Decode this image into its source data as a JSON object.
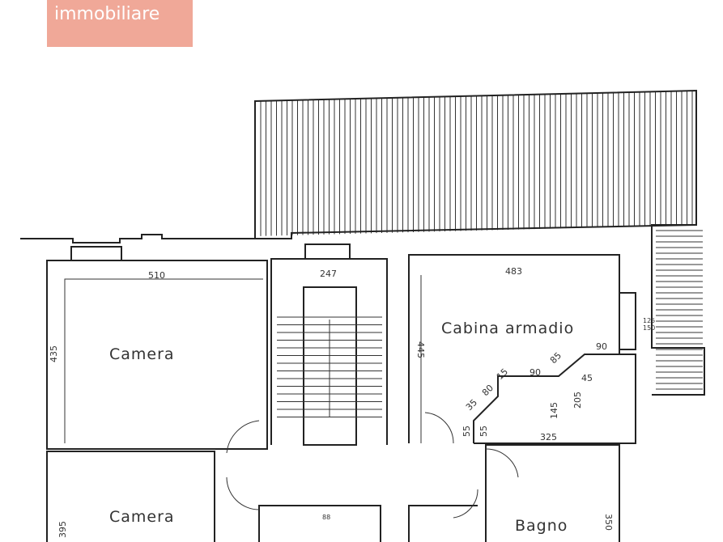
{
  "logo": {
    "brand": "",
    "subtitle": "immobiliare",
    "color": "#f0a898"
  },
  "rooms": {
    "camera_1": "Camera",
    "camera_2": "Camera",
    "cabina": "Cabina armadio",
    "bagno": "Bagno"
  },
  "dims": {
    "camera_1_w": "510",
    "camera_1_h": "435",
    "stair_w": "247",
    "cabina_w": "483",
    "cabina_h": "445",
    "d90a": "90",
    "d85": "85",
    "d90b": "90",
    "d15": "15",
    "d80": "80",
    "d35": "35",
    "d45": "45",
    "d205": "205",
    "d145": "145",
    "d55a": "55",
    "d55b": "55",
    "d325": "325",
    "camera_2_h": "395",
    "bagno_h": "350",
    "win_a": "125",
    "win_b": "150",
    "win_c": "88"
  }
}
